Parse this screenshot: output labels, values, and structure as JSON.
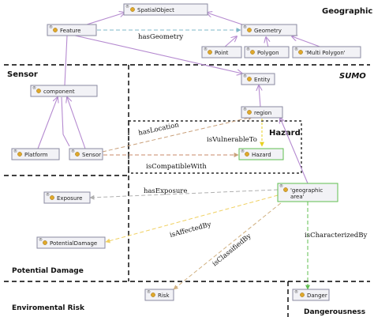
{
  "sections": {
    "geographic": "Geographic",
    "sensor": "Sensor",
    "sumo": "SUMO",
    "hazard": "Hazard",
    "potential_damage": "Potential Damage",
    "enviromental_risk": "Enviromental Risk",
    "dangerousness": "Dangerousness"
  },
  "nodes": {
    "spatial_object": "SpatialObject",
    "feature": "Feature",
    "geometry": "Geometry",
    "point": "Point",
    "polygon": "Polygon",
    "multi_polygon": "'Multi Polygon'",
    "entity": "Entity",
    "component": "component",
    "region": "region",
    "platform": "Platform",
    "sensor": "Sensor",
    "hazard": "Hazard",
    "exposure": "Exposure",
    "geographic_area": "'geographic area'",
    "potential_damage": "PotentialDamage",
    "risk": "Risk",
    "danger": "Danger"
  },
  "edge_labels": {
    "has_geometry": "hasGeometry",
    "has_location": "hasLocation",
    "is_vulnerable_to": "isVulnerableTo",
    "is_compatible_with": "isCompatibleWith",
    "has_exposure": "hasExposure",
    "is_affected_by": "isAffectedBy",
    "is_classified_by": "isClassifiedBy",
    "is_characterized_by": "isCharacterizedBy"
  },
  "colors": {
    "hierarchy_edge": "#b58ad0",
    "has_geometry_edge": "#7fb8c8",
    "has_location_edge": "#c9a07a",
    "is_vulnerable_to_edge": "#e8d020",
    "is_compatible_with_edge": "#c98a6a",
    "has_exposure_edge": "#b0b0b0",
    "is_affected_by_edge": "#f0d060",
    "is_classified_by_edge": "#d0b080",
    "is_characterized_by_edge": "#5fbf4f"
  }
}
